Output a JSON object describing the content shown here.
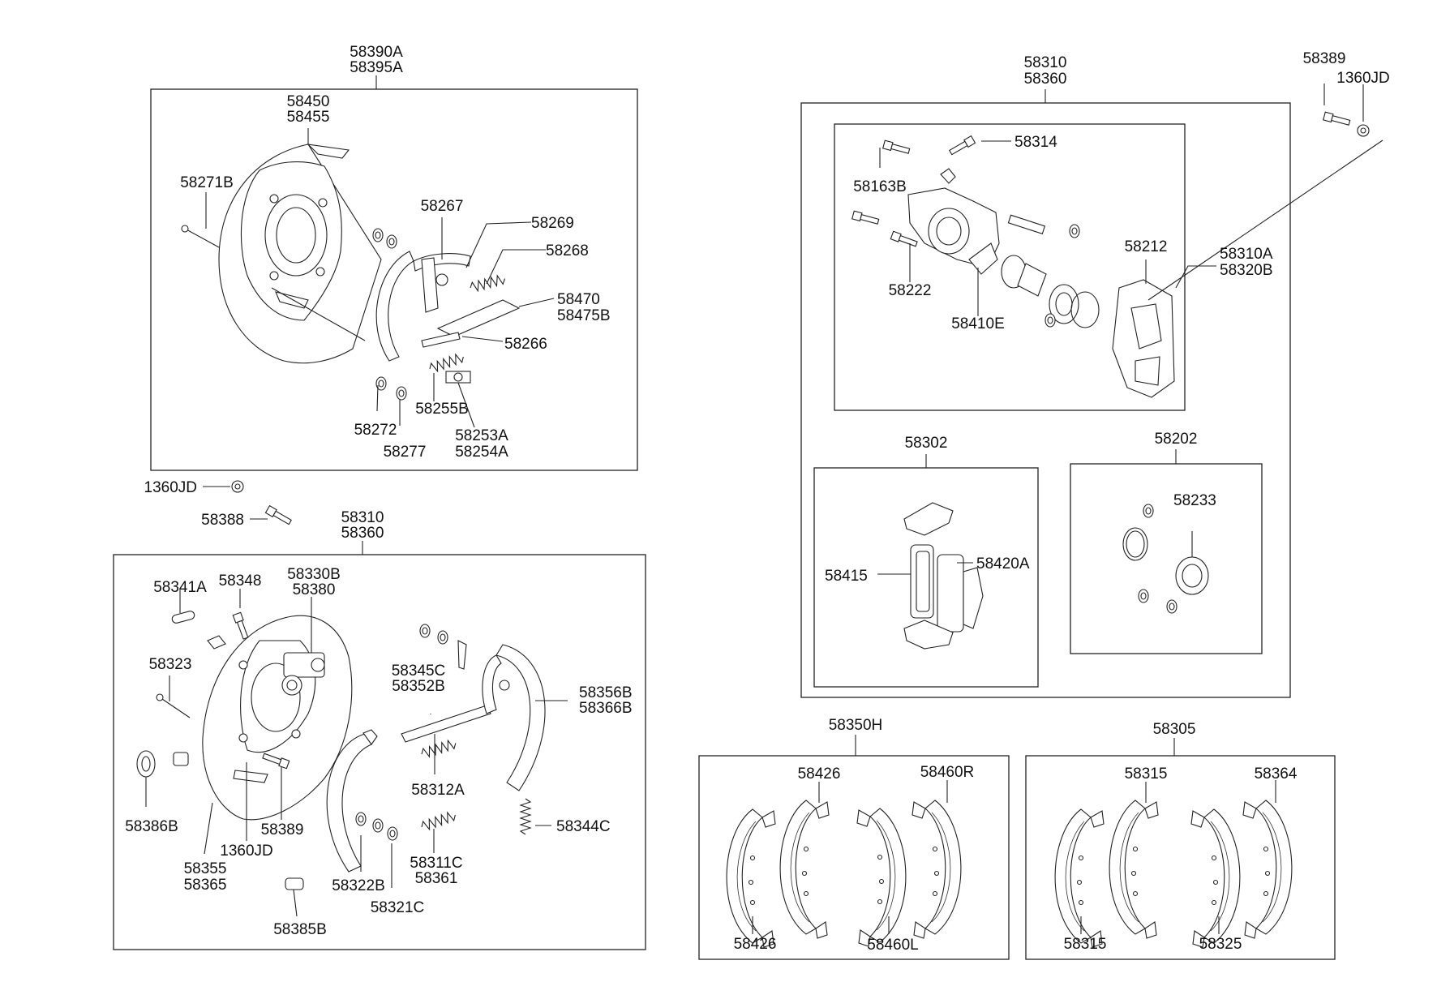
{
  "labels": {
    "a_58390a": "58390A",
    "a_58395a": "58395A",
    "a_58450": "58450",
    "a_58455": "58455",
    "a_58271b": "58271B",
    "a_58267": "58267",
    "a_58269": "58269",
    "a_58268": "58268",
    "a_58470": "58470",
    "a_58475b": "58475B",
    "a_58266": "58266",
    "a_58255b": "58255B",
    "a_58272": "58272",
    "a_58277": "58277",
    "a_58253a": "58253A",
    "a_58254a": "58254A",
    "m_1360jd": "1360JD",
    "m_58388": "58388",
    "b_58310": "58310",
    "b_58360": "58360",
    "b_58341a": "58341A",
    "b_58348": "58348",
    "b_58330b": "58330B",
    "b_58380": "58380",
    "b_58323": "58323",
    "b_58345c": "58345C",
    "b_58352b": "58352B",
    "b_58356b": "58356B",
    "b_58366b": "58366B",
    "b_58312a": "58312A",
    "b_58386b": "58386B",
    "b_58389": "58389",
    "b_1360jd": "1360JD",
    "b_58355": "58355",
    "b_58365": "58365",
    "b_58344c": "58344C",
    "b_58311c": "58311C",
    "b_58361": "58361",
    "b_58322b": "58322B",
    "b_58321c": "58321C",
    "b_58385b": "58385B",
    "c_58310": "58310",
    "c_58360": "58360",
    "c_58389": "58389",
    "c_1360jd": "1360JD",
    "c_58314": "58314",
    "c_58163b": "58163B",
    "c_58212": "58212",
    "c_58310a": "58310A",
    "c_58320b": "58320B",
    "c_58222": "58222",
    "c_58410e": "58410E",
    "d_58302": "58302",
    "d_58415": "58415",
    "d_58420a": "58420A",
    "e_58202": "58202",
    "e_58233": "58233",
    "f_58350h": "58350H",
    "f_58426_top": "58426",
    "f_58460r": "58460R",
    "f_58426_bot": "58426",
    "f_58460l": "58460L",
    "g_58305": "58305",
    "g_58315_top": "58315",
    "g_58364": "58364",
    "g_58315_bot": "58315",
    "g_58325": "58325"
  }
}
